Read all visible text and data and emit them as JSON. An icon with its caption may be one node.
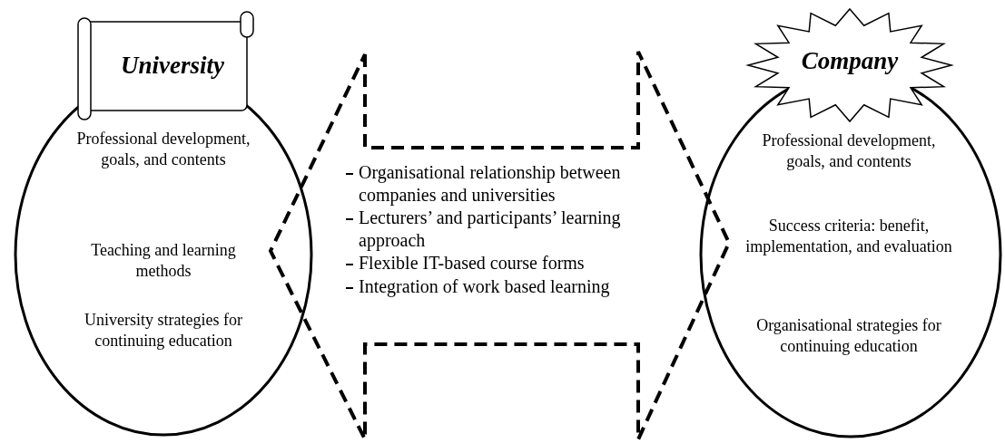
{
  "diagram": {
    "nodes": [
      {
        "text": [
          "University"
        ]
      },
      {
        "text": [
          "Professional development, goals, and contents",
          "Teaching and learning methods",
          "University strategies for continuing education"
        ]
      },
      {
        "text": [
          "Organisational relationship between companies and universities",
          "Lecturers’ and participants’ learning approach",
          "Flexible IT-based course forms",
          "Integration of work based learning"
        ]
      },
      {
        "text": [
          "Company"
        ]
      },
      {
        "text": [
          "Professional development, goals, and contents",
          "Success criteria: benefit, implementation, and evaluation",
          "Organisational strategies for continuing education"
        ]
      }
    ]
  }
}
